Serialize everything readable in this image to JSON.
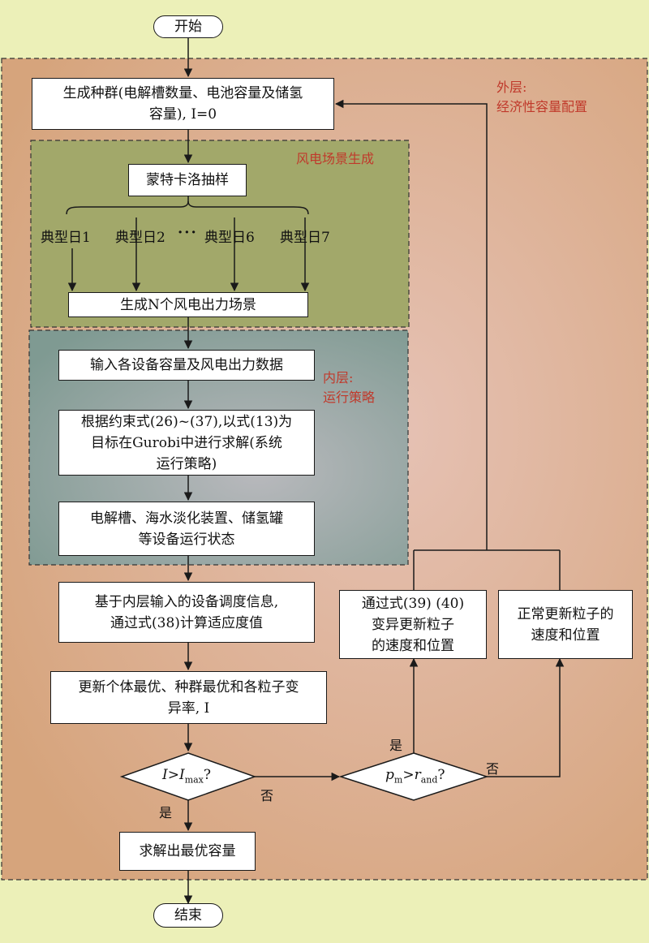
{
  "terminals": {
    "start": "开始",
    "end": "结束"
  },
  "outer_loop": {
    "label_line1": "外层:",
    "label_line2": "经济性容量配置"
  },
  "wind_scenario": {
    "label": "风电场景生成",
    "monte_carlo": "蒙特卡洛抽样",
    "typical_days": [
      "典型日1",
      "典型日2",
      "典型日6",
      "典型日7"
    ],
    "ellipsis": "···",
    "generate": "生成N个风电出力场景"
  },
  "inner_loop": {
    "label_line1": "内层:",
    "label_line2": "运行策略",
    "input": "输入各设备容量及风电出力数据",
    "solve_line1": "根据约束式(26)~(37),以式(13)为",
    "solve_line2": "目标在Gurobi中进行求解(系统",
    "solve_line3": "运行策略)",
    "status_line1": "电解槽、海水淡化装置、储氢罐",
    "status_line2": "等设备运行状态"
  },
  "steps": {
    "init_line1": "生成种群(电解槽数量、电池容量及储氢",
    "init_line2": "容量), I=0",
    "fitness_line1": "基于内层输入的设备调度信息,",
    "fitness_line2": "通过式(38)计算适应度值",
    "update_line1": "更新个体最优、种群最优和各粒子变",
    "update_line2": "异率, I",
    "mutate_line1": "通过式(39) (40)",
    "mutate_line2": "变异更新粒子",
    "mutate_line3": "的速度和位置",
    "normal_line1": "正常更新粒子的",
    "normal_line2": "速度和位置",
    "optimal": "求解出最优容量"
  },
  "decisions": {
    "iter_check": "I>Imax?",
    "iter_check_base": "I>I",
    "iter_check_sub": "max",
    "iter_check_q": "?",
    "rand_check": "pm>rand?",
    "rand_check_p": "p",
    "rand_check_psub": "m",
    "rand_check_gt": ">r",
    "rand_check_rsub": "and",
    "rand_check_q": "?"
  },
  "branch_labels": {
    "yes": "是",
    "no": "否"
  },
  "colors": {
    "page_bg": "#ecf0b8",
    "outer_region": "#d9ad86",
    "wind_region": "#a2a86a",
    "inner_region": "#9eaeb1",
    "label_red": "#c0392b"
  }
}
